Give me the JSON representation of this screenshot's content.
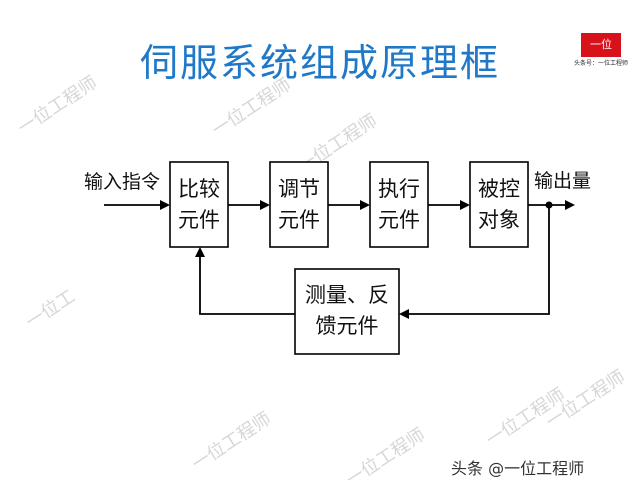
{
  "title": "伺服系统组成原理框",
  "logo": {
    "text": "一位",
    "caption": "头条号：一位工程师"
  },
  "watermarks": [
    "一位工程师",
    "一位工程师",
    "一位工程师",
    "一位工",
    "一位工程师",
    "一位工程师",
    "一位工程师",
    "一位工程师"
  ],
  "diagram": {
    "input_label": "输入指令",
    "output_label": "输出量",
    "blocks": [
      {
        "line1": "比较",
        "line2": "元件"
      },
      {
        "line1": "调节",
        "line2": "元件"
      },
      {
        "line1": "执行",
        "line2": "元件"
      },
      {
        "line1": "被控",
        "line2": "对象"
      }
    ],
    "feedback": {
      "line1": "测量、反",
      "line2": "馈元件"
    }
  },
  "footer": "头条 @一位工程师"
}
